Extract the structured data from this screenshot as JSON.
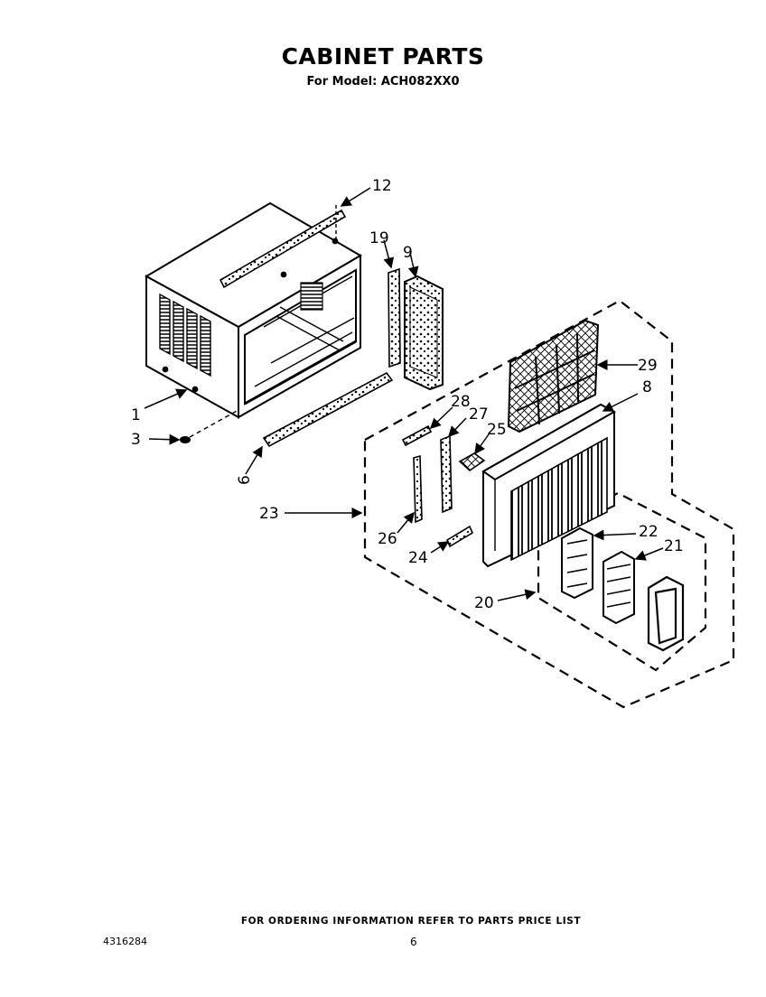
{
  "header": {
    "title": "CABINET PARTS",
    "subtitle": "For Model: ACH082XX0"
  },
  "callouts": {
    "c1": "1",
    "c3": "3",
    "c6": "6",
    "c8": "8",
    "c9": "9",
    "c12": "12",
    "c19": "19",
    "c20": "20",
    "c21": "21",
    "c22": "22",
    "c23": "23",
    "c24": "24",
    "c25": "25",
    "c26": "26",
    "c27": "27",
    "c28": "28",
    "c29": "29"
  },
  "footer": {
    "note": "FOR ORDERING INFORMATION REFER TO PARTS PRICE LIST",
    "doc_number": "4316284",
    "page_number": "6"
  }
}
